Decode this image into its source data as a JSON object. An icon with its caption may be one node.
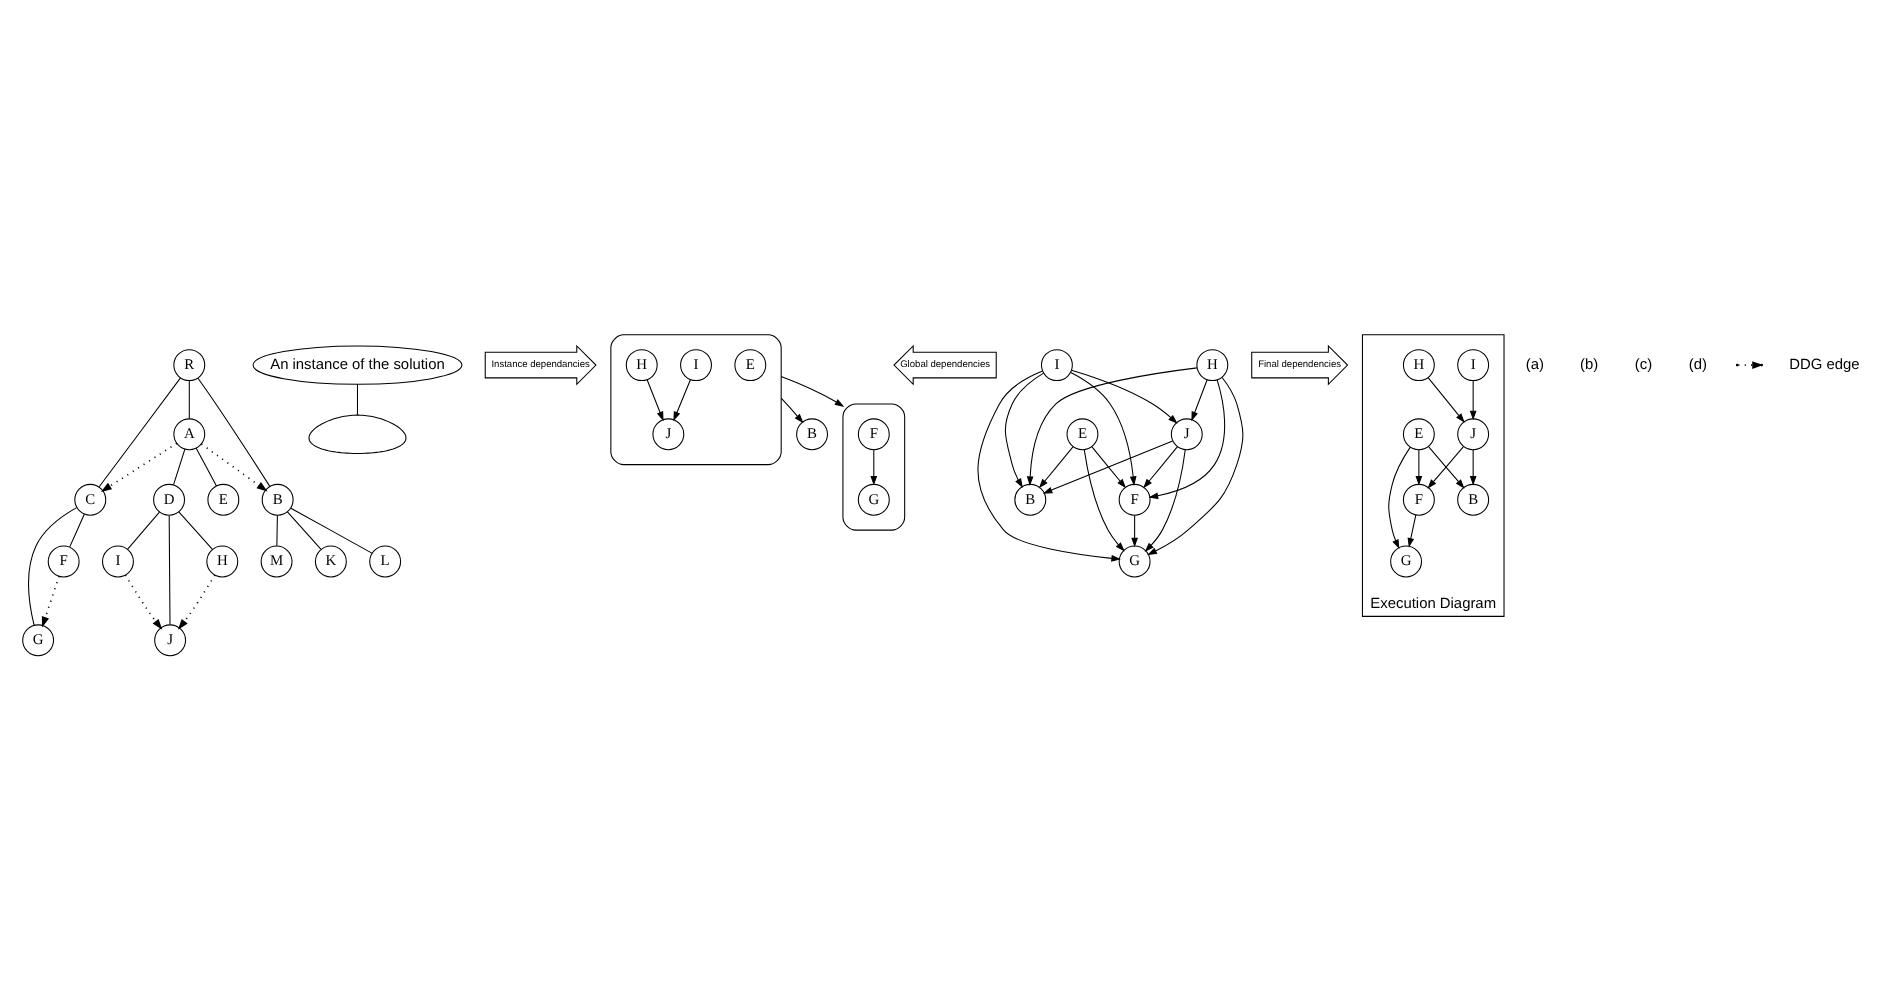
{
  "diagram": {
    "nodes": [
      {
        "text": [
          "R"
        ]
      },
      {
        "text": [
          "A"
        ]
      },
      {
        "text": [
          "B"
        ]
      },
      {
        "text": [
          "C"
        ]
      },
      {
        "text": [
          "D"
        ]
      },
      {
        "text": [
          "E"
        ]
      },
      {
        "text": [
          "K"
        ]
      },
      {
        "text": [
          "L"
        ]
      },
      {
        "text": [
          "M"
        ]
      },
      {
        "text": [
          "F"
        ]
      },
      {
        "text": [
          "G"
        ]
      },
      {
        "text": [
          "H"
        ]
      },
      {
        "text": [
          "I"
        ]
      },
      {
        "text": [
          "J"
        ]
      },
      {
        "text": [],
        "shape": "cloud"
      },
      {
        "text": [
          "An instance of the solution"
        ]
      },
      {
        "text": [
          "Instance dependancies"
        ]
      },
      {
        "text": [],
        "shape": "ellipse"
      },
      {
        "text": [
          "E"
        ],
        "in": 17
      },
      {
        "text": [
          "I"
        ],
        "in": 17
      },
      {
        "text": [
          "H"
        ],
        "in": 17
      },
      {
        "text": [
          "J"
        ],
        "in": 17
      },
      {
        "text": [
          "B"
        ]
      },
      {
        "text": [],
        "shape": "ellipse"
      },
      {
        "text": [
          "F"
        ],
        "in": 23
      },
      {
        "text": [
          "G"
        ],
        "in": 23
      },
      {
        "text": [
          "Global dependencies"
        ]
      },
      {
        "text": [
          "E"
        ]
      },
      {
        "text": [
          "I"
        ]
      },
      {
        "text": [
          "H"
        ]
      },
      {
        "text": [
          "J"
        ]
      },
      {
        "text": [
          "B"
        ]
      },
      {
        "text": [
          "F"
        ]
      },
      {
        "text": [
          "G"
        ]
      },
      {
        "text": [
          "Final dependencies"
        ]
      },
      {
        "text": [
          "Execution Diagram"
        ]
      },
      {
        "text": [
          "E"
        ],
        "in": 35
      },
      {
        "text": [
          "I"
        ],
        "in": 35
      },
      {
        "text": [
          "H"
        ],
        "in": 35
      },
      {
        "text": [
          "J"
        ],
        "in": 35
      },
      {
        "text": [
          "B"
        ],
        "in": 35
      },
      {
        "text": [
          "F"
        ],
        "in": 35
      },
      {
        "text": [
          "G"
        ],
        "in": 35
      }
    ],
    "edges": [
      {
        "from": 0,
        "to": 1,
        "arrow": "none"
      },
      {
        "from": 0,
        "to": 2,
        "arrow": "none"
      },
      {
        "from": 0,
        "to": 3,
        "arrow": "none"
      },
      {
        "from": 1,
        "to": 4,
        "arrow": "none"
      },
      {
        "from": 1,
        "to": 5,
        "arrow": "none"
      },
      {
        "from": 2,
        "to": 6,
        "arrow": "none"
      },
      {
        "from": 2,
        "to": 7,
        "arrow": "none"
      },
      {
        "from": 2,
        "to": 8,
        "arrow": "none"
      },
      {
        "from": 3,
        "to": 9,
        "arrow": "none"
      },
      {
        "from": 3,
        "to": 10,
        "arrow": "none"
      },
      {
        "from": 4,
        "to": 11,
        "arrow": "none"
      },
      {
        "from": 4,
        "to": 12,
        "arrow": "none"
      },
      {
        "from": 4,
        "to": 13,
        "arrow": "none"
      },
      {
        "from": 1,
        "to": 3,
        "arrow": "to",
        "style": "dashed"
      },
      {
        "from": 1,
        "to": 2,
        "arrow": "to",
        "style": "dashed"
      },
      {
        "from": 12,
        "to": 13,
        "arrow": "to",
        "style": "dashed"
      },
      {
        "from": 11,
        "to": 13,
        "arrow": "to",
        "style": "dashed"
      },
      {
        "from": 9,
        "to": 10,
        "arrow": "to",
        "style": "dashed"
      },
      {
        "from": 15,
        "to": 14,
        "arrow": "none"
      },
      {
        "from": 19,
        "to": 21,
        "arrow": "to"
      },
      {
        "from": 20,
        "to": 21,
        "arrow": "to"
      },
      {
        "from": 17,
        "to": 22,
        "arrow": "to"
      },
      {
        "from": 17,
        "to": 23,
        "arrow": "to"
      },
      {
        "from": 24,
        "to": 25,
        "arrow": "to"
      },
      {
        "from": 27,
        "to": 31,
        "arrow": "to"
      },
      {
        "from": 27,
        "to": 32,
        "arrow": "to"
      },
      {
        "from": 27,
        "to": 33,
        "arrow": "to"
      },
      {
        "from": 28,
        "to": 31,
        "arrow": "to"
      },
      {
        "from": 28,
        "to": 30,
        "arrow": "to"
      },
      {
        "from": 28,
        "to": 32,
        "arrow": "to"
      },
      {
        "from": 28,
        "to": 33,
        "arrow": "to"
      },
      {
        "from": 30,
        "to": 31,
        "arrow": "to"
      },
      {
        "from": 30,
        "to": 32,
        "arrow": "to"
      },
      {
        "from": 30,
        "to": 33,
        "arrow": "to"
      },
      {
        "from": 29,
        "to": 30,
        "arrow": "to"
      },
      {
        "from": 29,
        "to": 31,
        "arrow": "to"
      },
      {
        "from": 29,
        "to": 32,
        "arrow": "to"
      },
      {
        "from": 29,
        "to": 33,
        "arrow": "to"
      },
      {
        "from": 32,
        "to": 33,
        "arrow": "to"
      },
      {
        "from": 36,
        "to": 40,
        "arrow": "to"
      },
      {
        "from": 36,
        "to": 41,
        "arrow": "to"
      },
      {
        "from": 36,
        "to": 42,
        "arrow": "to"
      },
      {
        "from": 37,
        "to": 39,
        "arrow": "to"
      },
      {
        "from": 38,
        "to": 39,
        "arrow": "to"
      },
      {
        "from": 39,
        "to": 40,
        "arrow": "to"
      },
      {
        "from": 39,
        "to": 41,
        "arrow": "to"
      },
      {
        "from": 41,
        "to": 42,
        "arrow": "to"
      }
    ],
    "labels": [
      "(a)",
      "(b)",
      "(c)",
      "(d)"
    ],
    "legend": [
      {
        "text": "DDG edge"
      }
    ]
  }
}
